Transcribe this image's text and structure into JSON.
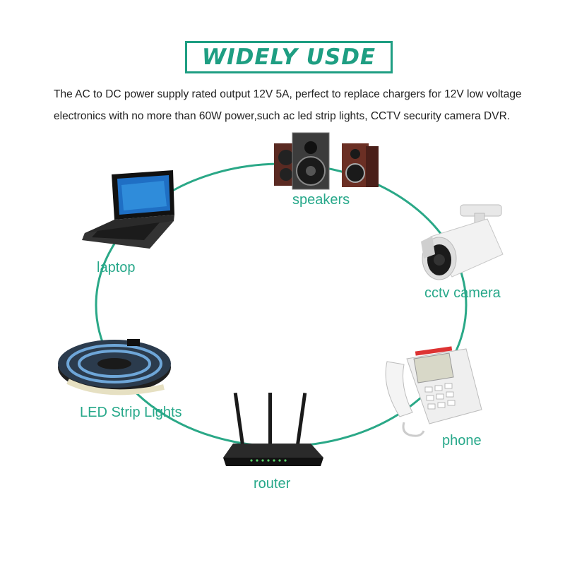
{
  "heading": {
    "title": "WIDELY USDE"
  },
  "description": {
    "line1": "The AC to DC power supply rated output 12V 5A, perfect to replace chargers for 12V low voltage",
    "line2": "electronics with no more than 60W power,such ac led strip lights, CCTV security camera DVR."
  },
  "devices": {
    "speakers": "speakers",
    "laptop": "laptop",
    "cctv": "cctv camera",
    "led": "LED Strip Lights",
    "phone": "phone",
    "router": "router"
  },
  "colors": {
    "accent": "#1e9e82",
    "ring": "#2aa887"
  }
}
